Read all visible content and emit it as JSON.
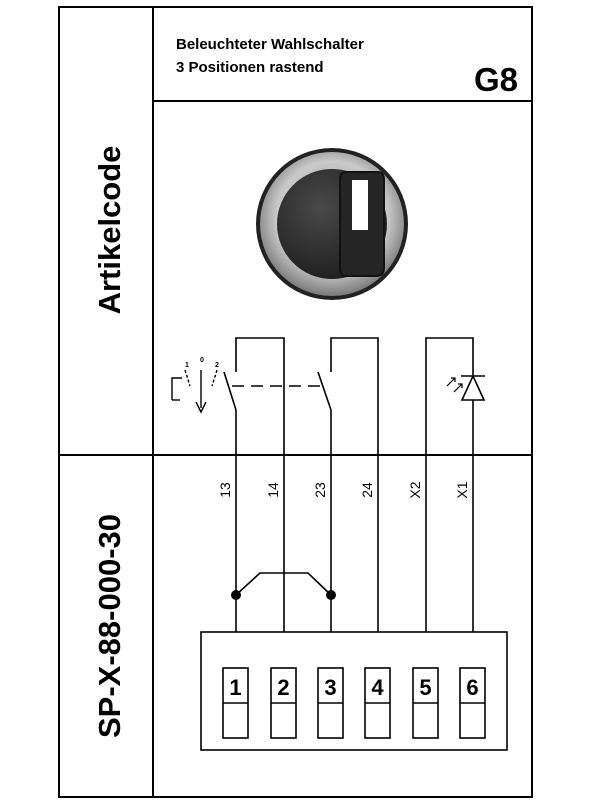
{
  "header": {
    "line1": "Beleuchteter Wahlschalter",
    "line2": "3 Positionen rastend",
    "code": "G8"
  },
  "side": {
    "top_label": "Artikelcode",
    "bottom_label": "SP-X-88-000-30"
  },
  "switch_symbol": {
    "positions": [
      "1",
      "0",
      "2"
    ]
  },
  "wire_labels": [
    "13",
    "14",
    "23",
    "24",
    "X2",
    "X1"
  ],
  "terminals": [
    "1",
    "2",
    "3",
    "4",
    "5",
    "6"
  ],
  "colors": {
    "line": "#000000",
    "knob_bezel": "#b8b8b8",
    "knob_body": "#2c2c2c",
    "indicator": "#ffffff"
  }
}
